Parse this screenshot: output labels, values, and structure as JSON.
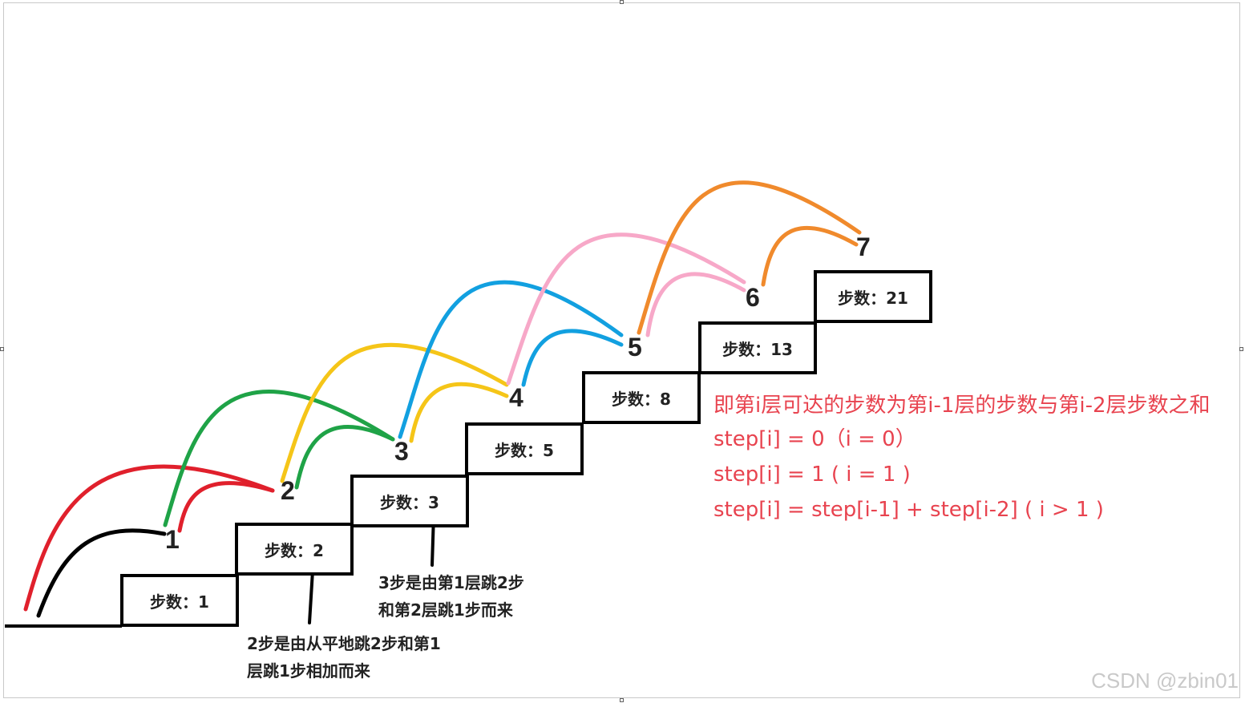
{
  "floors": [
    {
      "label": "1",
      "step_text": "步数：1"
    },
    {
      "label": "2",
      "step_text": "步数：2"
    },
    {
      "label": "3",
      "step_text": "步数：3"
    },
    {
      "label": "4",
      "step_text": "步数：5"
    },
    {
      "label": "5",
      "step_text": "步数：8"
    },
    {
      "label": "6",
      "step_text": "步数：13"
    },
    {
      "label": "7",
      "step_text": "步数：21"
    }
  ],
  "notes": {
    "step2": [
      "2步是由从平地跳2步和第1",
      "层跳1步相加而来"
    ],
    "step3": [
      "3步是由第1层跳2步",
      "和第2层跳1步而来"
    ]
  },
  "formula": {
    "lines": [
      "即第i层可达的步数为第i-1层的步数与第i-2层步数之和",
      "step[i] = 0（i = 0）",
      "step[i] = 1 ( i = 1 )",
      "step[i] = step[i-1] + step[i-2] ( i > 1 )"
    ],
    "color": "#e8434f"
  },
  "arc_colors": [
    "#000000",
    "#e0202c",
    "#1fa347",
    "#f5c518",
    "#12a0e0",
    "#f7a8c8",
    "#f08a2c"
  ],
  "watermark": "CSDN @zbin01"
}
